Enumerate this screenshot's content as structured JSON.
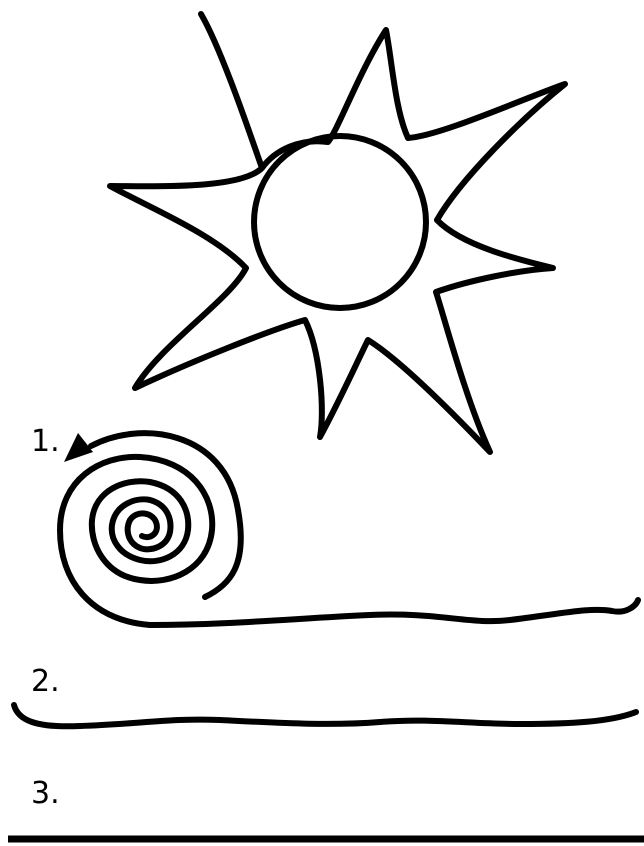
{
  "steps": [
    {
      "label": "1."
    },
    {
      "label": "2."
    },
    {
      "label": "3."
    }
  ],
  "colors": {
    "ink": "#000000",
    "background": "#ffffff"
  },
  "icons": [
    "sun-icon",
    "spiral-icon",
    "arrowhead-icon"
  ]
}
